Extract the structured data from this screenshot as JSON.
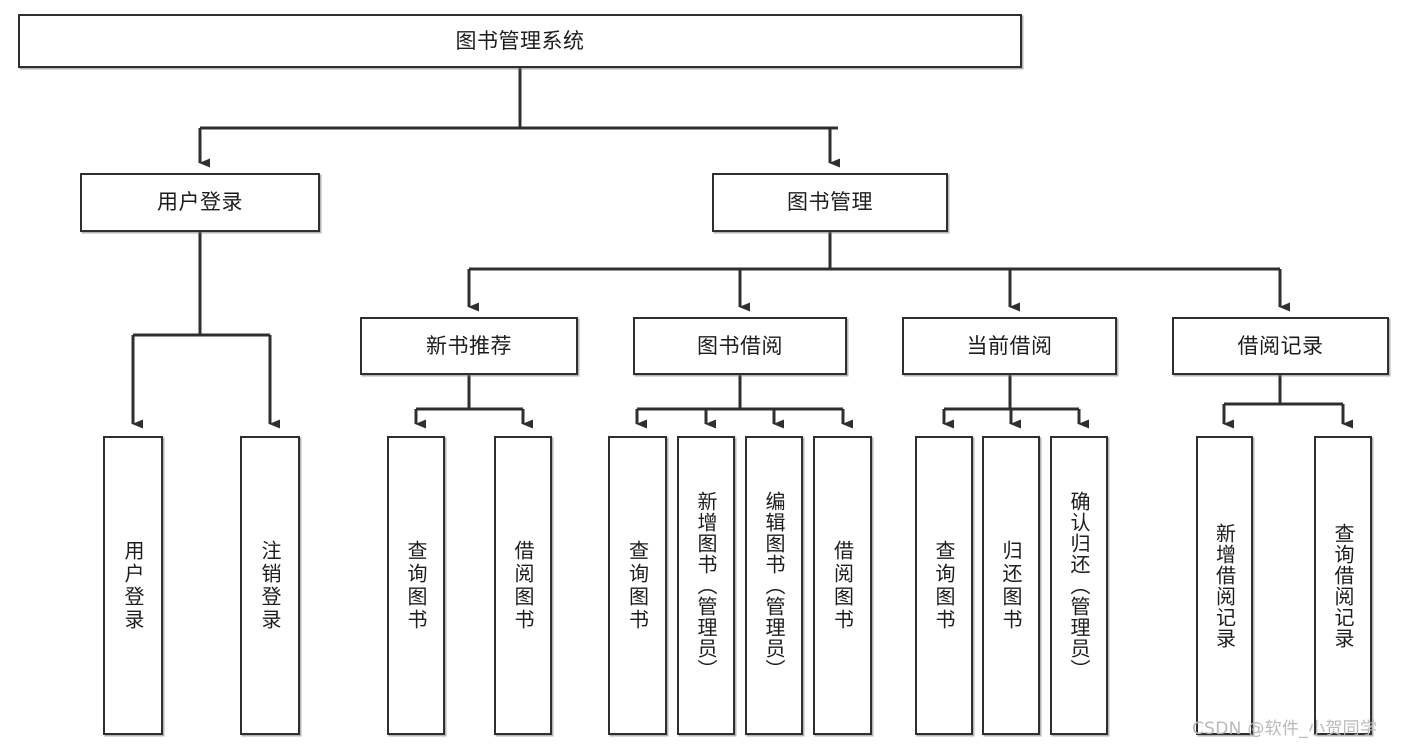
{
  "diagram": {
    "title": "图书管理系统",
    "type": "tree-hierarchy",
    "watermark": "CSDN @软件_小贺同学",
    "colors": {
      "box_border": "#2f2f2f",
      "box_fill": "#ffffff",
      "edge": "#2f2f2f",
      "text": "#1d1d1d",
      "watermark": "#b9b9b9"
    },
    "root": {
      "label": "图书管理系统"
    },
    "level2": [
      {
        "label": "用户登录"
      },
      {
        "label": "图书管理"
      }
    ],
    "level3": [
      {
        "label": "新书推荐"
      },
      {
        "label": "图书借阅"
      },
      {
        "label": "当前借阅"
      },
      {
        "label": "借阅记录"
      }
    ],
    "leaves": {
      "user_login": [
        {
          "label": "用户登录"
        },
        {
          "label": "注销登录"
        }
      ],
      "new_book_recommend": [
        {
          "label": "查询图书"
        },
        {
          "label": "借阅图书"
        }
      ],
      "book_borrow": [
        {
          "label": "查询图书"
        },
        {
          "label": "新增图书（管理员）"
        },
        {
          "label": "编辑图书（管理员）"
        },
        {
          "label": "借阅图书"
        }
      ],
      "current_borrow": [
        {
          "label": "查询图书"
        },
        {
          "label": "归还图书"
        },
        {
          "label": "确认归还（管理员）"
        }
      ],
      "borrow_record": [
        {
          "label": "新增借阅记录"
        },
        {
          "label": "查询借阅记录"
        }
      ]
    }
  }
}
